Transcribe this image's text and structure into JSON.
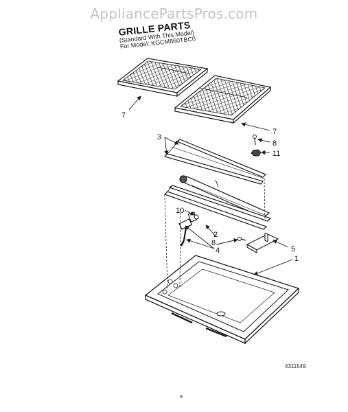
{
  "watermark": "AppliancePartsPros.com",
  "header": {
    "title": "GRILLE PARTS",
    "subtitle_1": "(Standard With This Model)",
    "subtitle_2": "For Model: KGCM860TBC0"
  },
  "callouts": {
    "c1": "1",
    "c2": "2",
    "c3": "3",
    "c4": "4",
    "c5": "5",
    "c7a": "7",
    "c7b": "7",
    "c8a": "8",
    "c8b": "8",
    "c10": "10",
    "c11": "11"
  },
  "doc_code": "4311549",
  "page_number": "9",
  "colors": {
    "line": "#1a1a1a",
    "watermark": "#c4c4c4",
    "background": "#ffffff"
  }
}
